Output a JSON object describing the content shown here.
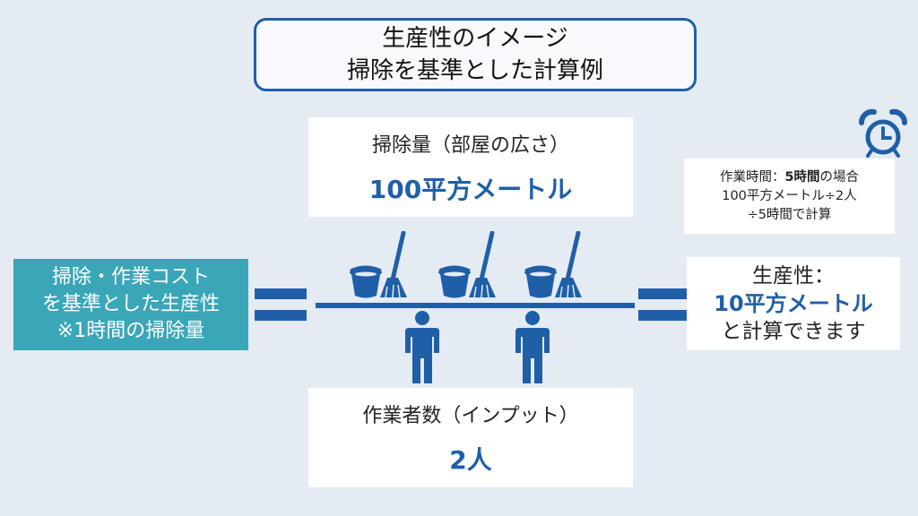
{
  "title": {
    "line1": "生産性のイメージ",
    "line2": "掃除を基準とした計算例"
  },
  "amount": {
    "label": "掃除量（部屋の広さ）",
    "value": "100平方メートル"
  },
  "workers": {
    "label": "作業者数（インプット）",
    "value": "2人"
  },
  "note": {
    "line1_prefix": "作業時間：",
    "line1_bold": "5時間",
    "line1_suffix": "の場合",
    "line2": "100平方メートル÷2人",
    "line3": "÷5時間で計算"
  },
  "cost_box": {
    "line1": "掃除・作業コスト",
    "line2": "を基準とした生産性",
    "line3": "※1時間の掃除量"
  },
  "result": {
    "line1": "生産性：",
    "value": "10平方メートル",
    "line3": "と計算できます"
  },
  "colors": {
    "accent": "#1f5fa8",
    "teal": "#3aa6b8",
    "background": "#e4ebf3"
  },
  "icons": [
    "alarm-clock-icon",
    "bucket-icon",
    "mop-icon",
    "person-icon",
    "equals-icon"
  ]
}
